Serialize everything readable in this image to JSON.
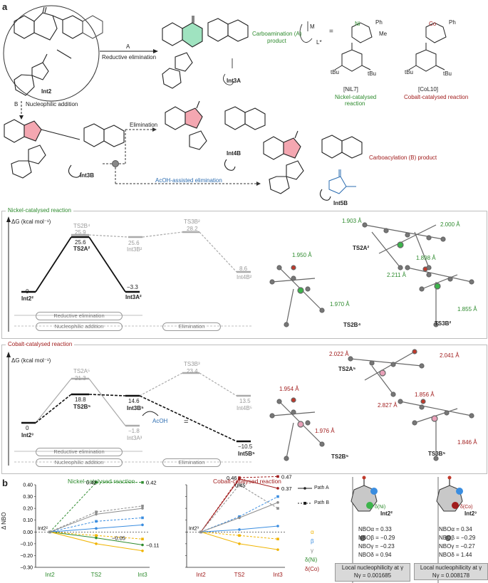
{
  "panel_labels": {
    "a": "a",
    "b": "b"
  },
  "scheme": {
    "int2": "Int2",
    "arrow_a": "A",
    "reductive_elimination": "Reductive elimination",
    "carboamination": "Carboamination (A)",
    "product": "product",
    "int3a": "Int3A",
    "equals": "=",
    "nil7": "[NiL7]",
    "col10": "[CoL10]",
    "nickel_catalysed": "Nickel-catalysed",
    "cobalt_catalysed": "Cobalt-catalysed reaction",
    "reaction": "reaction",
    "arrow_b": "B",
    "nucleophilic_addition": "Nucleophilic addition",
    "int3b": "Int3B",
    "elimination": "Elimination",
    "int4b": "Int4B",
    "acoh_assisted": "AcOH-assisted elimination",
    "carboacylation": "Carboacylation (B) product",
    "int5b": "Int5B",
    "ni": "Ni",
    "co": "Co",
    "m": "M",
    "l_star": "L*",
    "tbu": "tBu",
    "me": "Me",
    "ph": "Ph",
    "h": "H",
    "o": "O",
    "n": "N"
  },
  "ni_profile": {
    "title": "Nickel-catalysed reaction",
    "axis_label": "ΔG (kcal mol⁻¹)",
    "states": [
      {
        "name": "Int2²",
        "value": "0"
      },
      {
        "name": "TS2B⁴",
        "value": "25.9"
      },
      {
        "name": "TS2A²",
        "value": "25.6"
      },
      {
        "name": "Int3A²",
        "value": "−3.3"
      },
      {
        "name": "Int3B²",
        "value": "25.6"
      },
      {
        "name": "TS3B²",
        "value": "28.2"
      },
      {
        "name": "Int4B²",
        "value": "8.6"
      }
    ],
    "pills": [
      "Reductive elimination",
      "Nucleophilic addition",
      "Elimination"
    ],
    "structures": [
      "TS2A²",
      "TS2B⁴",
      "TS3B²"
    ],
    "distances": [
      "1.903 Å",
      "2.000 Å",
      "2.211 Å",
      "1.950 Å",
      "1.970 Å",
      "1.898 Å",
      "1.855 Å"
    ]
  },
  "co_profile": {
    "title": "Cobalt-catalysed reaction",
    "axis_label": "ΔG (kcal mol⁻¹)",
    "states": [
      {
        "name": "Int2³",
        "value": "0"
      },
      {
        "name": "TS2A⁵",
        "value": "21.3"
      },
      {
        "name": "TS2B⁵",
        "value": "18.8"
      },
      {
        "name": "Int3B⁵",
        "value": "14.6"
      },
      {
        "name": "Int3A³",
        "value": "−1.8"
      },
      {
        "name": "TS3B³",
        "value": "23.4"
      },
      {
        "name": "Int4B⁵",
        "value": "13.5"
      },
      {
        "name": "Int5B⁵",
        "value": "−10.5"
      }
    ],
    "acoh": "AcOH",
    "equals": "=",
    "pills": [
      "Reductive elimination",
      "Nucleophilic addition",
      "Elimination"
    ],
    "structures": [
      "TS2A⁵",
      "TS2B⁵",
      "TS3B⁵"
    ],
    "distances": [
      "2.022 Å",
      "2.041 Å",
      "2.827 Å",
      "1.954 Å",
      "1.976 Å",
      "1.856 Å",
      "1.846 Å"
    ]
  },
  "chart_data": [
    {
      "type": "line",
      "title": "Nickel-catalysed reaction",
      "ylabel": "Δ NBO",
      "categories": [
        "Int2",
        "TS2",
        "Int3"
      ],
      "ylim": [
        -0.3,
        0.4
      ],
      "yticks": [
        "0.40",
        "0.30",
        "0.20",
        "0.10",
        "0.00",
        "−0.10",
        "−0.20",
        "−0.30"
      ],
      "origin_label": "Int2²",
      "series": [
        {
          "name": "δ(Ni)",
          "path": "A",
          "values": [
            0,
            -0.05,
            -0.11
          ],
          "color": "#2e8b2e"
        },
        {
          "name": "δ(Ni)",
          "path": "B",
          "values": [
            0,
            0.42,
            0.42
          ],
          "color": "#2e8b2e"
        },
        {
          "name": "α",
          "path": "A",
          "values": [
            0,
            -0.1,
            -0.16
          ],
          "color": "#f0b400"
        },
        {
          "name": "α",
          "path": "B",
          "values": [
            0,
            -0.03,
            -0.06
          ],
          "color": "#f0b400"
        },
        {
          "name": "β",
          "path": "A",
          "values": [
            0,
            0.03,
            0.06
          ],
          "color": "#3a8de0"
        },
        {
          "name": "β",
          "path": "B",
          "values": [
            0,
            0.09,
            0.12
          ],
          "color": "#3a8de0"
        },
        {
          "name": "γ",
          "path": "A",
          "values": [
            0,
            0.15,
            0.2
          ],
          "color": "#8c8c8c"
        },
        {
          "name": "γ",
          "path": "B",
          "values": [
            0,
            0.17,
            0.22
          ],
          "color": "#8c8c8c"
        }
      ],
      "annotations": [
        "0.42",
        "0.42",
        "−0.05",
        "−0.11"
      ]
    },
    {
      "type": "line",
      "title": "Cobalt-catalysed reaction",
      "categories": [
        "Int2",
        "TS2",
        "Int3"
      ],
      "ylim": [
        -0.3,
        0.4
      ],
      "origin_label": "Int2³",
      "series": [
        {
          "name": "δ(Co)",
          "path": "A",
          "values": [
            0,
            0.45,
            0.37
          ],
          "color": "#a11d1d"
        },
        {
          "name": "δ(Co)",
          "path": "B",
          "values": [
            0,
            0.46,
            0.47
          ],
          "color": "#a11d1d"
        },
        {
          "name": "α",
          "path": "A",
          "values": [
            0,
            -0.1,
            -0.15
          ],
          "color": "#f0b400"
        },
        {
          "name": "α",
          "path": "B",
          "values": [
            0,
            -0.03,
            -0.06
          ],
          "color": "#f0b400"
        },
        {
          "name": "β",
          "path": "A",
          "values": [
            0,
            0.02,
            0.05
          ],
          "color": "#3a8de0"
        },
        {
          "name": "β",
          "path": "B",
          "values": [
            0,
            0.13,
            0.3
          ],
          "color": "#3a8de0"
        },
        {
          "name": "γ",
          "path": "A",
          "values": [
            0,
            0.12,
            0.25
          ],
          "color": "#8c8c8c"
        },
        {
          "name": "γ",
          "path": "B",
          "values": [
            0,
            0.4,
            0.2
          ],
          "color": "#8c8c8c"
        }
      ],
      "annotations": [
        "0.46",
        "0.45",
        "0.47",
        "0.37"
      ]
    }
  ],
  "legend": {
    "path_a": "Path A",
    "path_b": "Path B",
    "alpha": "α",
    "beta": "β",
    "gamma": "γ",
    "delta_ni": "δ(Ni)",
    "delta_co": "δ(Co)"
  },
  "nbo_ni": {
    "label": "Int2²",
    "site": "δ(Ni)",
    "rows": [
      "NBOα = 0.33",
      "NBOβ = −0.29",
      "NBOγ = −0.23",
      "NBOδ = 0.94"
    ],
    "box_line1": "Local nucleophilicity at γ",
    "box_line2": "Nγ = 0.001685"
  },
  "nbo_co": {
    "label": "Int2³",
    "site": "δ(Co)",
    "rows": [
      "NBOα = 0.34",
      "NBOβ = −0.29",
      "NBOγ = −0.27",
      "NBOδ = 1.44"
    ],
    "box_line1": "Local nucleophilicity at γ",
    "box_line2": "Nγ = 0.008178"
  },
  "colors": {
    "nickel": "#2e8b2e",
    "cobalt": "#a11d1d",
    "acoh": "#2b6cb0",
    "path_b_ring": "#f4a7b1",
    "path_a_ring": "#9fe3c0"
  }
}
